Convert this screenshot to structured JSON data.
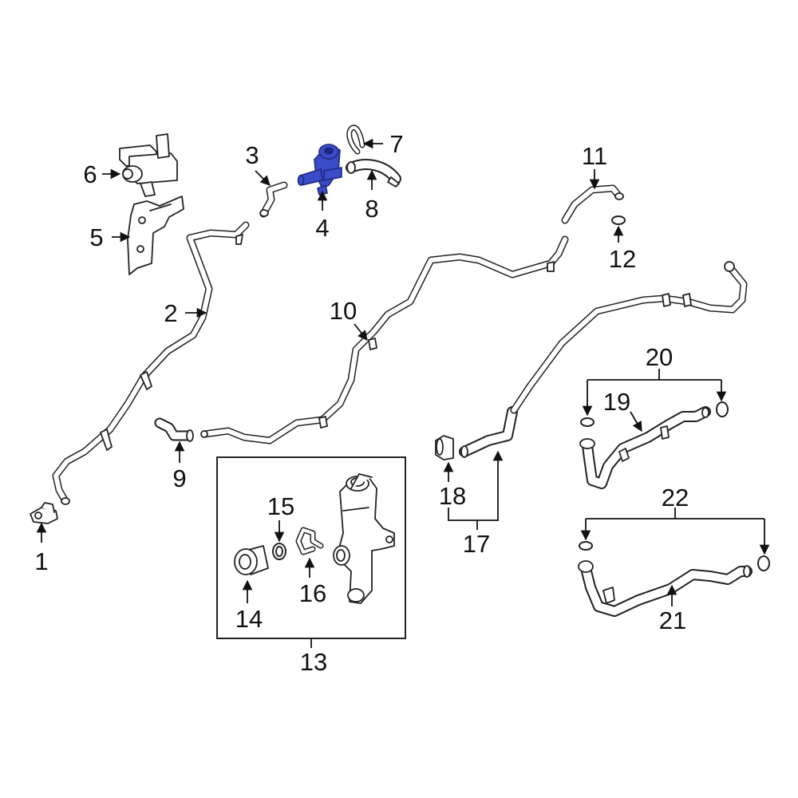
{
  "highlight_color": "#3b4cc8",
  "callouts": {
    "c1": "1",
    "c2": "2",
    "c3": "3",
    "c4": "4",
    "c5": "5",
    "c6": "6",
    "c7": "7",
    "c8": "8",
    "c9": "9",
    "c10": "10",
    "c11": "11",
    "c12": "12",
    "c13": "13",
    "c14": "14",
    "c15": "15",
    "c16": "16",
    "c17": "17",
    "c18": "18",
    "c19": "19",
    "c20": "20",
    "c21": "21",
    "c22": "22"
  }
}
